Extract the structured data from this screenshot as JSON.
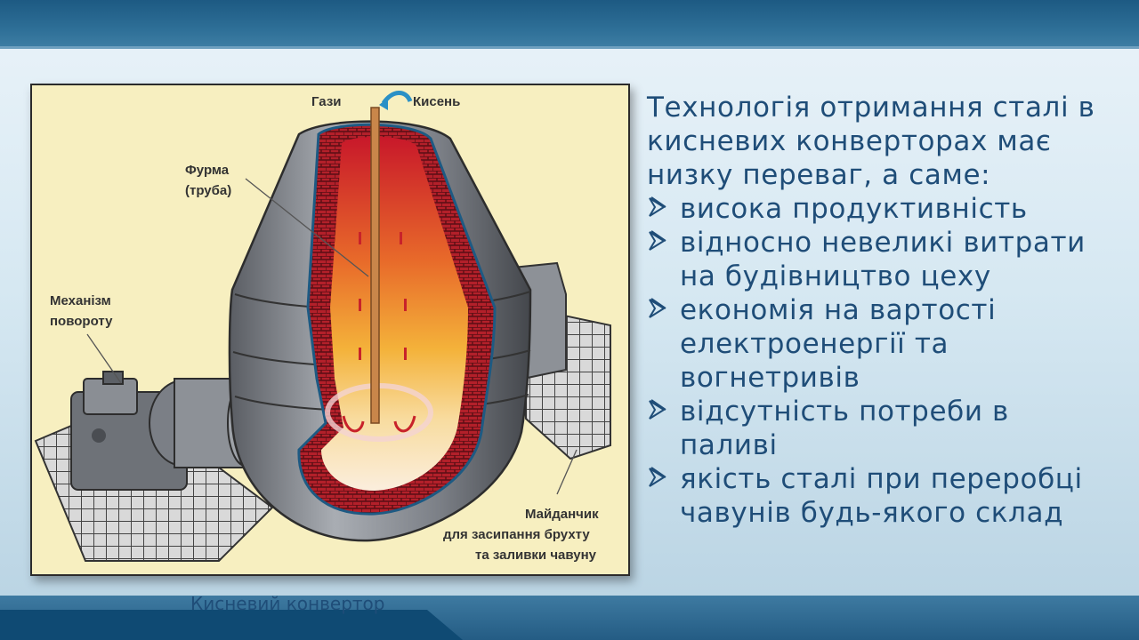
{
  "slide": {
    "intro": "Технологія отримання сталі в кисневих конверторах має низку переваг, а  саме:",
    "bullets": [
      "висока продуктивність",
      "відносно невеликі витрати на будівництво цеху",
      "економія на вартості електроенергії та вогнетривів",
      "відсутність потреби в паливі",
      "якість сталі при переробці чавунів будь-якого склад"
    ],
    "caption": "Кисневий конвертор"
  },
  "figure": {
    "labels": {
      "gases": "Гази",
      "oxygen": "Кисень",
      "lance_1": "Фурма",
      "lance_2": "(труба)",
      "mechanism_1": "Механізм",
      "mechanism_2": "повороту",
      "platform_1": "Майданчик",
      "platform_2": "для засипання брухту",
      "platform_3": "та заливки чавуну"
    }
  },
  "colors": {
    "text": "#1f4d78",
    "band": "#2e6f97",
    "figure_bg": "#f7efc0"
  }
}
